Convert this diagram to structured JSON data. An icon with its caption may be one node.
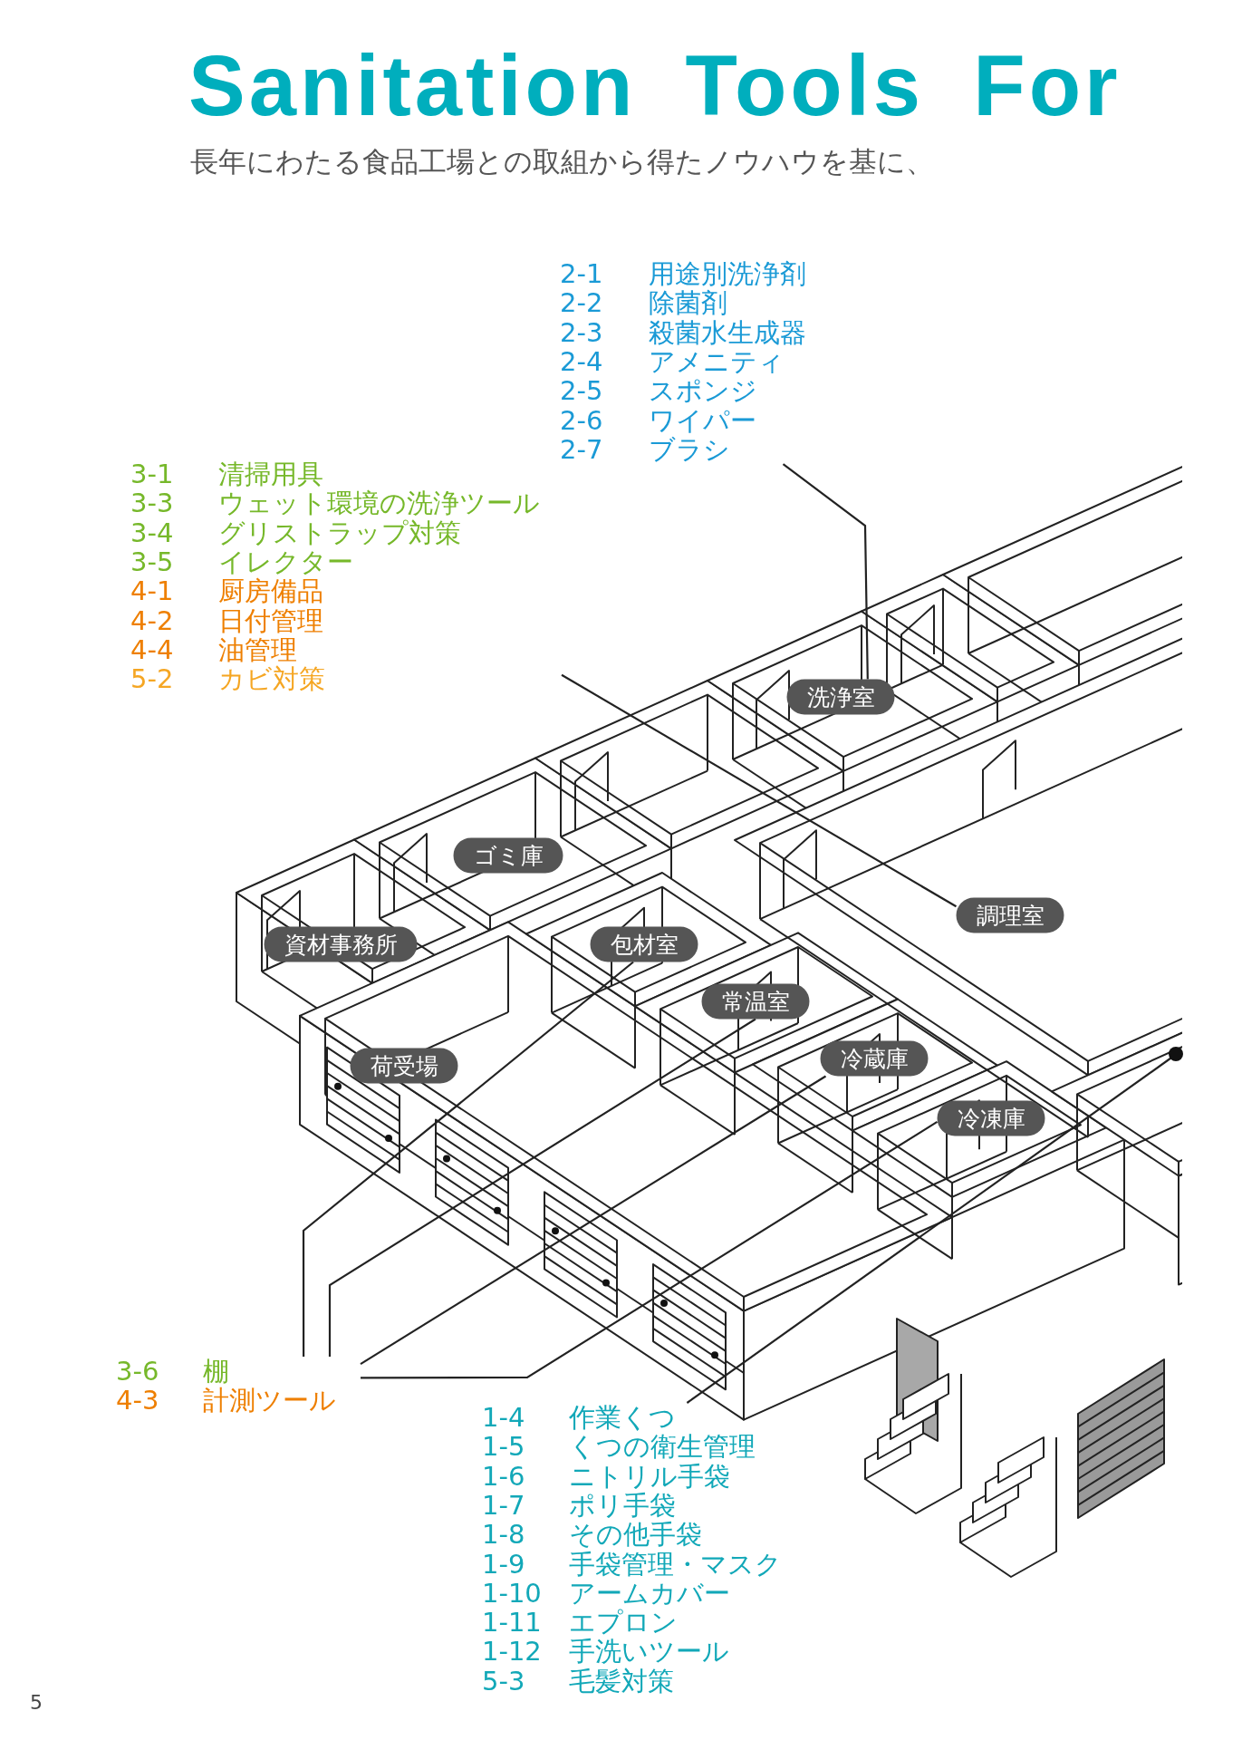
{
  "diagram": {
    "title": "Sanitation Tools For",
    "nodes": [
      {
        "text": [
          "2-1",
          "用途別洗浄剤",
          "2-2",
          "除菌剤",
          "2-3",
          "殺菌水生成器",
          "2-4",
          "アメニティ",
          "2-5",
          "スポンジ",
          "2-6",
          "ワイパー",
          "2-7",
          "ブラシ"
        ]
      },
      {
        "text": [
          "3-1",
          "清掃用具",
          "3-3",
          "ウェット環境の洗浄ツール",
          "3-4",
          "グリストラップ対策",
          "3-5",
          "イレクター",
          "4-1",
          "厨房備品",
          "4-2",
          "日付管理",
          "4-4",
          "油管理",
          "5-2",
          "カビ対策"
        ]
      },
      {
        "text": [
          "洗浄室"
        ]
      },
      {
        "text": [
          "ゴミ庫"
        ]
      },
      {
        "text": [
          "調理室"
        ]
      },
      {
        "text": [
          "資材事務所"
        ]
      },
      {
        "text": [
          "包材室"
        ]
      },
      {
        "text": [
          "常温室"
        ]
      },
      {
        "text": [
          "荷受場"
        ]
      },
      {
        "text": [
          "冷蔵庫"
        ]
      },
      {
        "text": [
          "冷凍庫"
        ]
      },
      {
        "text": [],
        "shape": "circle"
      },
      {
        "text": [
          "3-6",
          "棚",
          "4-3",
          "計測ツール"
        ]
      },
      {
        "text": [
          "1-4",
          "作業くつ",
          "1-5",
          "くつの衛生管理",
          "1-6",
          "ニトリル手袋",
          "1-7",
          "ポリ手袋",
          "1-8",
          "その他手袋",
          "1-9",
          "手袋管理・マスク",
          "1-10",
          "アームカバー",
          "1-11",
          "エプロン",
          "1-12",
          "手洗いツール",
          "5-3",
          "毛髪対策"
        ]
      }
    ],
    "edges": [
      {
        "from": 0,
        "to": 2,
        "arrow": "none"
      },
      {
        "from": 1,
        "to": 4,
        "arrow": "none"
      },
      {
        "from": 12,
        "to": 6,
        "arrow": "none"
      },
      {
        "from": 12,
        "to": 7,
        "arrow": "none"
      },
      {
        "from": 12,
        "to": 9,
        "arrow": "none"
      },
      {
        "from": 12,
        "to": 10,
        "arrow": "none"
      },
      {
        "from": 13,
        "to": 11,
        "arrow": "none"
      }
    ],
    "labels": [
      "長年にわたる食品工場との取組から得たノウハウを基に、",
      "5"
    ]
  }
}
